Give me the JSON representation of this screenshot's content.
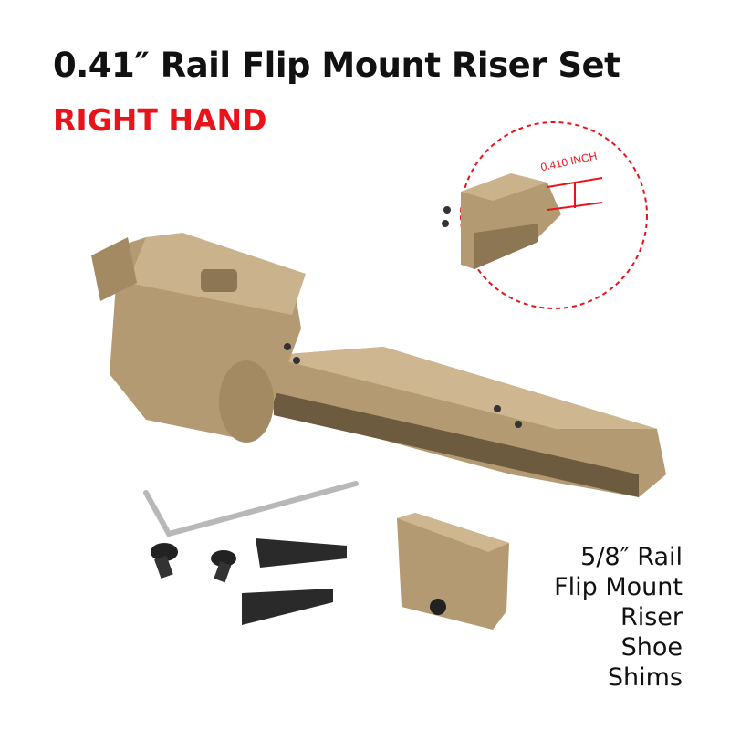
{
  "title": "0.41″ Rail Flip Mount Riser Set",
  "subtitle": "RIGHT HAND",
  "inset": {
    "dimension_label": "0.410 INCH"
  },
  "parts_list": [
    "5/8″ Rail",
    "Flip Mount",
    "Riser",
    "Shoe",
    "Shims"
  ],
  "colors": {
    "accent": "#e8141a",
    "product_tan": "#b39a72",
    "text": "#111111"
  }
}
